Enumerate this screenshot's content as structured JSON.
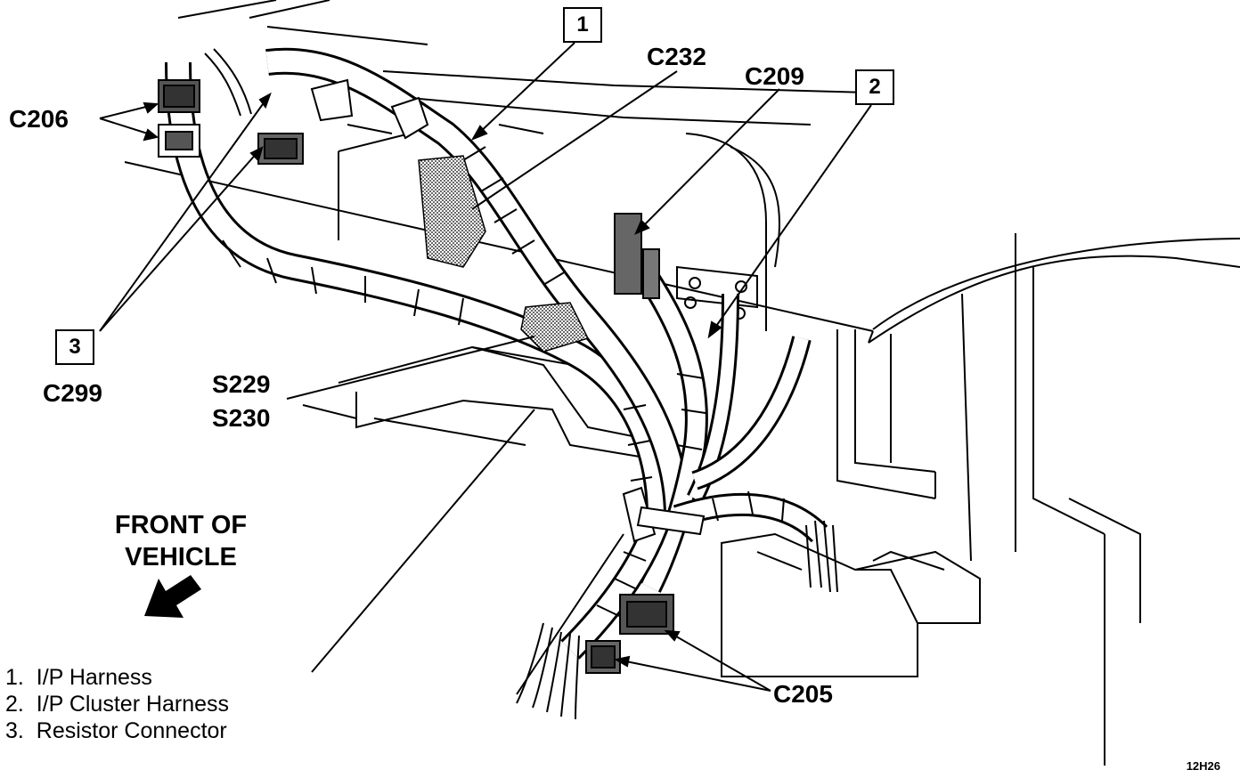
{
  "callouts": {
    "c206": "C206",
    "c232": "C232",
    "c209": "C209",
    "c299": "C299",
    "s229": "S229",
    "s230": "S230",
    "c205": "C205"
  },
  "item_boxes": {
    "one": "1",
    "two": "2",
    "three": "3"
  },
  "orientation": {
    "line1": "FRONT OF",
    "line2": "VEHICLE",
    "arrow_icon": "front-direction-arrow-icon"
  },
  "legend": [
    {
      "num": "1.",
      "text": "I/P Harness"
    },
    {
      "num": "2.",
      "text": "I/P Cluster Harness"
    },
    {
      "num": "3.",
      "text": "Resistor Connector"
    }
  ],
  "figure_code": "12H26"
}
